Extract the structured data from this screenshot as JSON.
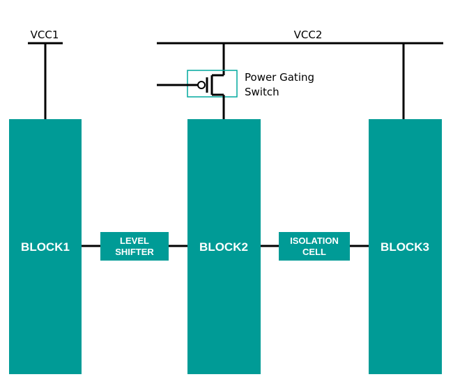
{
  "colors": {
    "teal": "#009b96",
    "wire": "#000000",
    "switch_outline": "#00a99d",
    "background": "#ffffff"
  },
  "rails": {
    "vcc1": "VCC1",
    "vcc2": "VCC2"
  },
  "power_gating_switch": {
    "line1": "Power Gating",
    "line2": "Switch"
  },
  "blocks": {
    "block1": "BLOCK1",
    "block2": "BLOCK2",
    "block3": "BLOCK3"
  },
  "cells": {
    "level_shifter": {
      "line1": "LEVEL",
      "line2": "SHIFTER"
    },
    "isolation_cell": {
      "line1": "ISOLATION",
      "line2": "CELL"
    }
  }
}
